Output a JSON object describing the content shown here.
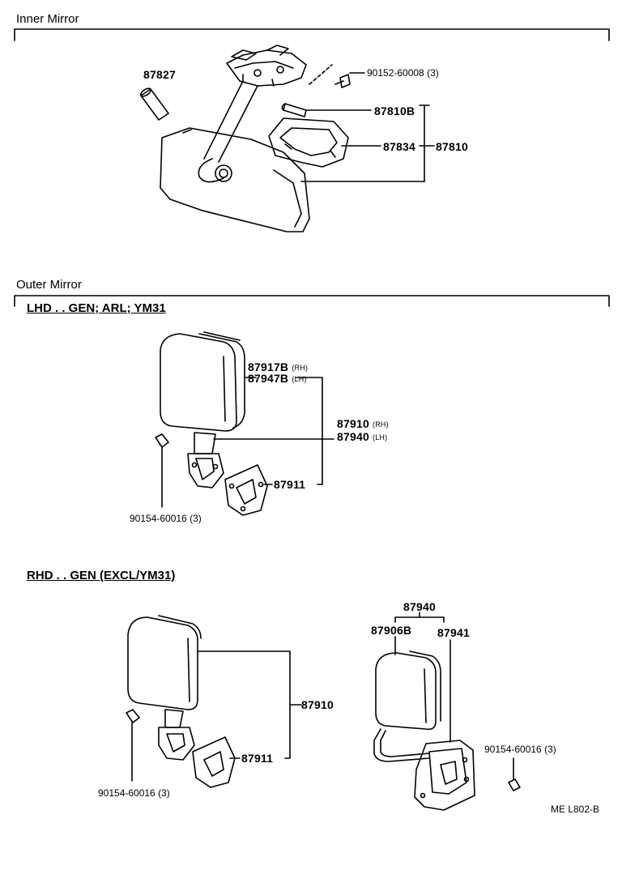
{
  "sections": {
    "inner_title": "Inner Mirror",
    "outer_title": "Outer Mirror",
    "lhd_title": "LHD . . GEN; ARL; YM31",
    "rhd_title": "RHD . . GEN (EXCL/YM31)"
  },
  "inner": {
    "p87827": "87827",
    "p90152": "90152-60008 (3)",
    "p87810B": "87810B",
    "p87834": "87834",
    "p87810": "87810"
  },
  "lhd": {
    "p87917B": "87917B",
    "p87917B_side": "(RH)",
    "p87947B": "87947B",
    "p87947B_side": "(LH)",
    "p87910": "87910",
    "p87910_side": "(RH)",
    "p87940": "87940",
    "p87940_side": "(LH)",
    "p87911": "87911",
    "p90154": "90154-60016 (3)"
  },
  "rhd": {
    "p87910": "87910",
    "p87911": "87911",
    "p90154_left": "90154-60016 (3)",
    "p87940": "87940",
    "p87906B": "87906B",
    "p87941": "87941",
    "p90154_right": "90154-60016 (3)"
  },
  "footer": {
    "code": "ME L802-B"
  }
}
